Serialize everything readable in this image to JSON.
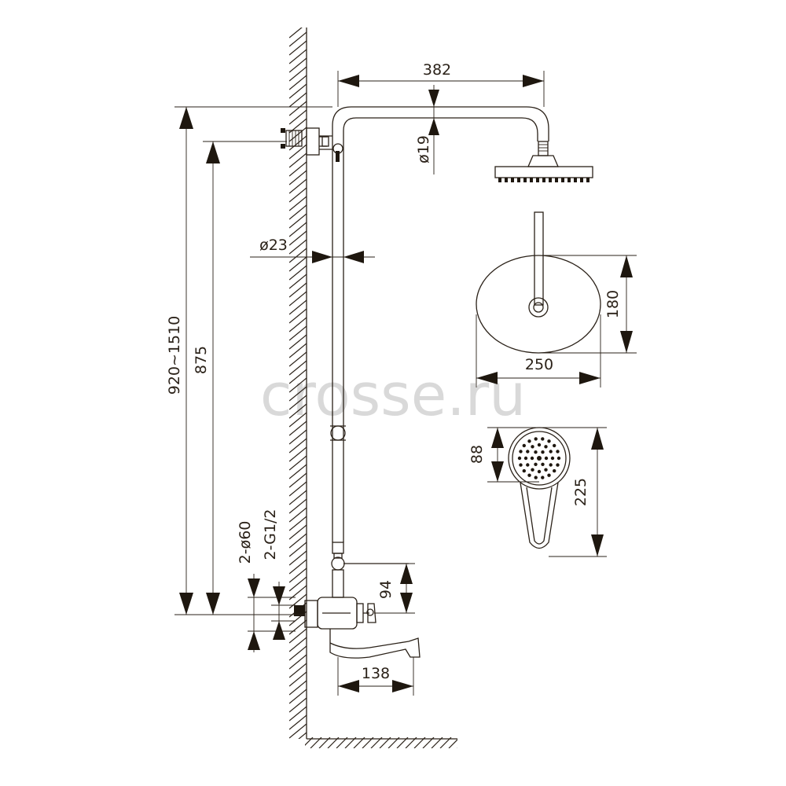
{
  "watermark": "crosse.ru",
  "dimensions": {
    "arm_length": "382",
    "pipe_diameter_top": "ø19",
    "pipe_diameter_riser": "ø23",
    "total_height_range": "920~1510",
    "holder_height": "875",
    "inlet_distance": "2-ø60",
    "inlet_thread": "2-G1/2",
    "mixer_to_diverter": "94",
    "spout_length": "138",
    "head_width": "250",
    "head_depth": "180",
    "hand_head_diameter": "88",
    "hand_length": "225"
  }
}
